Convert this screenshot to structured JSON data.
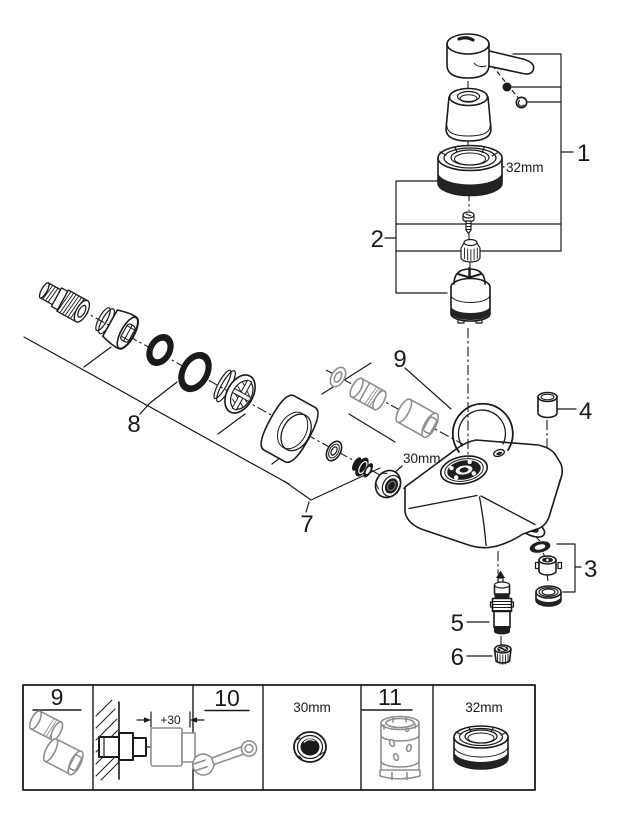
{
  "colors": {
    "line": "#1a1a1a",
    "gray_part": "#8f8f8f",
    "dark_fill": "#232323",
    "background": "#ffffff"
  },
  "callouts": {
    "c1": "1",
    "c2": "2",
    "c3": "3",
    "c4": "4",
    "c5": "5",
    "c6": "6",
    "c7": "7",
    "c8": "8",
    "c9": "9"
  },
  "dimensions": {
    "ring_nut": "32mm",
    "union_nut": "30mm"
  },
  "legend": {
    "extensions_label": "9",
    "wall_dimension": "+30",
    "wrench_label": "10",
    "union_nut_size": "30mm",
    "socket_tool_label": "11",
    "ring_nut_size": "32mm"
  }
}
